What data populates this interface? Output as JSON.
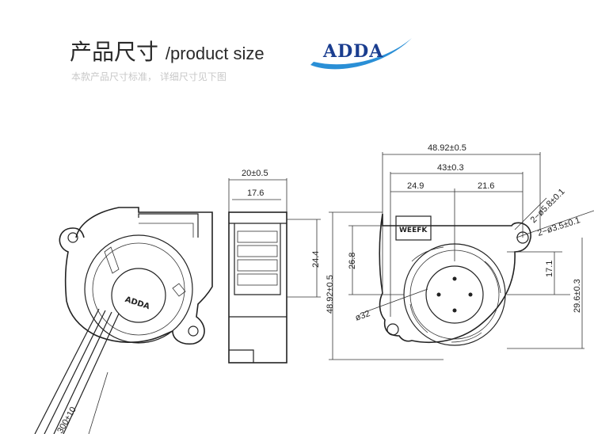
{
  "header": {
    "title_cn": "产品尺寸",
    "title_en": "/product size",
    "subtitle": "本款产品尺寸标准，  详细尺寸见下图"
  },
  "logo": {
    "text": "ADDA",
    "color": "#1a3d8f",
    "swoosh_color": "#2a8fd6"
  },
  "dimensions": {
    "width_overall": "20±0.5",
    "width_inner": "17.6",
    "outlet_height": "24.4",
    "height_total": "48.92±0.5",
    "height_inner": "26.8",
    "top_total": "48.92±0.5",
    "hole_span": "43±0.3",
    "seg_left": "24.9",
    "seg_right": "21.6",
    "hole_large": "2−ø5.8±0.1",
    "hole_small": "2−ø3.5±0.1",
    "right_small": "17.1",
    "right_height": "29.6±0.3",
    "hub_diameter": "ø32",
    "cable_length": "300±10"
  },
  "label_plate": "WEEFK",
  "hub_brand": "ADDA"
}
